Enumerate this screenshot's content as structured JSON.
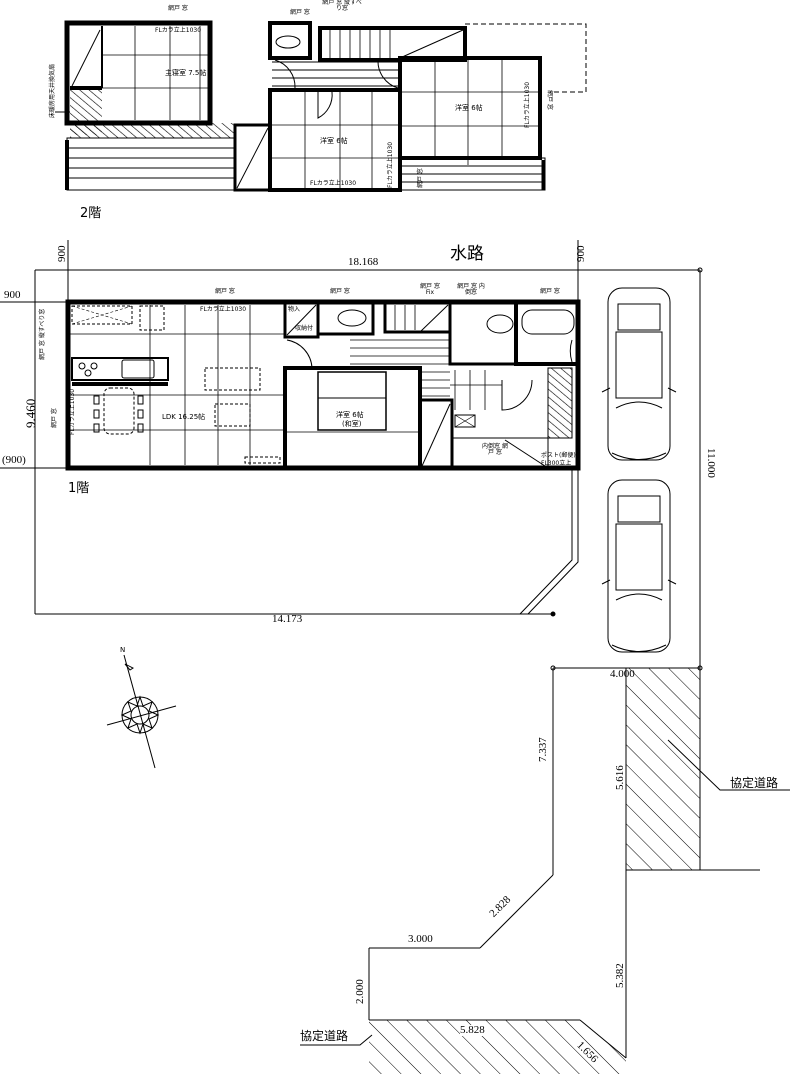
{
  "floor2": {
    "label": "2階",
    "rooms": {
      "master": "主寝室 7.5帖",
      "west": "洋室 6帖",
      "east": "洋室 6帖"
    },
    "annotations": {
      "window_top_left": "網戸 窓",
      "window_master": "FLカラ立上1030",
      "window_toilet": "網戸 窓",
      "window_stair": "網戸 窓 縦すべり窓",
      "window_west_bottom": "FLカラ立上1030",
      "window_east_side": "FLカラ立上1030",
      "window_east_net": "網戸 窓",
      "side_note_left": "床暖房用天井換気扇",
      "window_small_1": "FLカラ立上1030",
      "window_small_2": "網戸 窓"
    }
  },
  "floor1": {
    "label": "1階",
    "rooms": {
      "ldk": "LDK 16.25帖",
      "japanese": "洋室 6帖",
      "japanese_sub": "(和室)",
      "storage": "物入",
      "shoe": "収納付"
    },
    "annotations": {
      "window_ldk_top": "網戸 窓",
      "window_ldk_top_fl": "FLカラ立上1030",
      "window_ldk_left": "網戸 窓 縦すべり窓",
      "window_ldk_left_fl": "FLカラ立上1030",
      "window_ldk_left_net": "網戸 窓",
      "window_toilet": "網戸 窓",
      "window_stair": "網戸 窓 Fix",
      "window_wash": "網戸 窓 内倒窓",
      "window_bath": "網戸 窓",
      "entrance_window": "内倒窓 網戸 窓",
      "post": "ポスト(郵便)",
      "post_fl": "FL300立上"
    }
  },
  "site": {
    "waterway": "水路",
    "road_label_right": "協定道路",
    "road_label_bottom": "協定道路",
    "north": "N"
  },
  "dimensions": {
    "top_width": "18.168",
    "left_offset_top": "900",
    "right_offset_top": "900",
    "left_margin": "900",
    "height_left": "9.460",
    "bottom_left_margin": "(900)",
    "bottom_width": "14.173",
    "right_height": "11.000",
    "parking_width": "4.000",
    "road_height": "5.616",
    "left_lower": "7.337",
    "diagonal": "2.828",
    "step_width": "3.000",
    "step_height": "2.000",
    "bottom_road": "5.828",
    "corner_cut": "1.656",
    "right_lower": "5.382"
  }
}
